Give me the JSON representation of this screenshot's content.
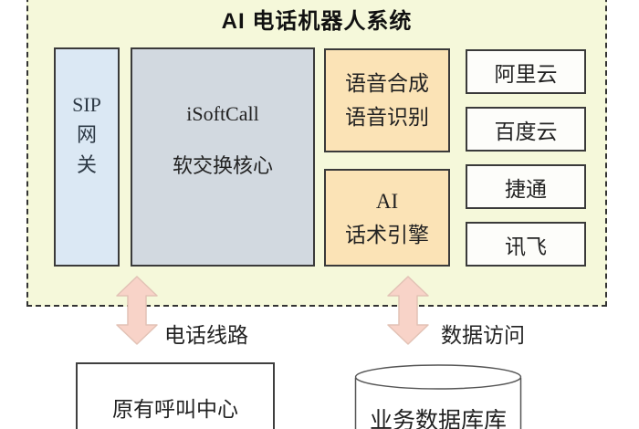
{
  "colors": {
    "system_bg": "#f5f8da",
    "sip_fill": "#dbe8f4",
    "core_fill": "#d2d9e0",
    "engine_fill": "#fbe3b6",
    "vendor_fill": "#fdfdfa",
    "arrow_fill": "#f8d3c8",
    "arrow_stroke": "#e2c2b5",
    "box_border": "#3a3a3a",
    "dashed_border": "#333333"
  },
  "system": {
    "title": "AI 电话机器人系统",
    "sip_gateway": {
      "line1": "SIP",
      "line2": "网",
      "line3": "关"
    },
    "core": {
      "line1": "iSoftCall",
      "line2": "软交换核心"
    },
    "engines": [
      {
        "line1": "语音合成",
        "line2": "语音识别"
      },
      {
        "line1": "AI",
        "line2": "话术引擎"
      }
    ],
    "vendors": [
      "阿里云",
      "百度云",
      "捷通",
      "讯飞"
    ]
  },
  "connections": [
    {
      "label": "电话线路"
    },
    {
      "label": "数据访问"
    }
  ],
  "external": {
    "call_center": "原有呼叫中心",
    "database": "业务数据库库"
  }
}
